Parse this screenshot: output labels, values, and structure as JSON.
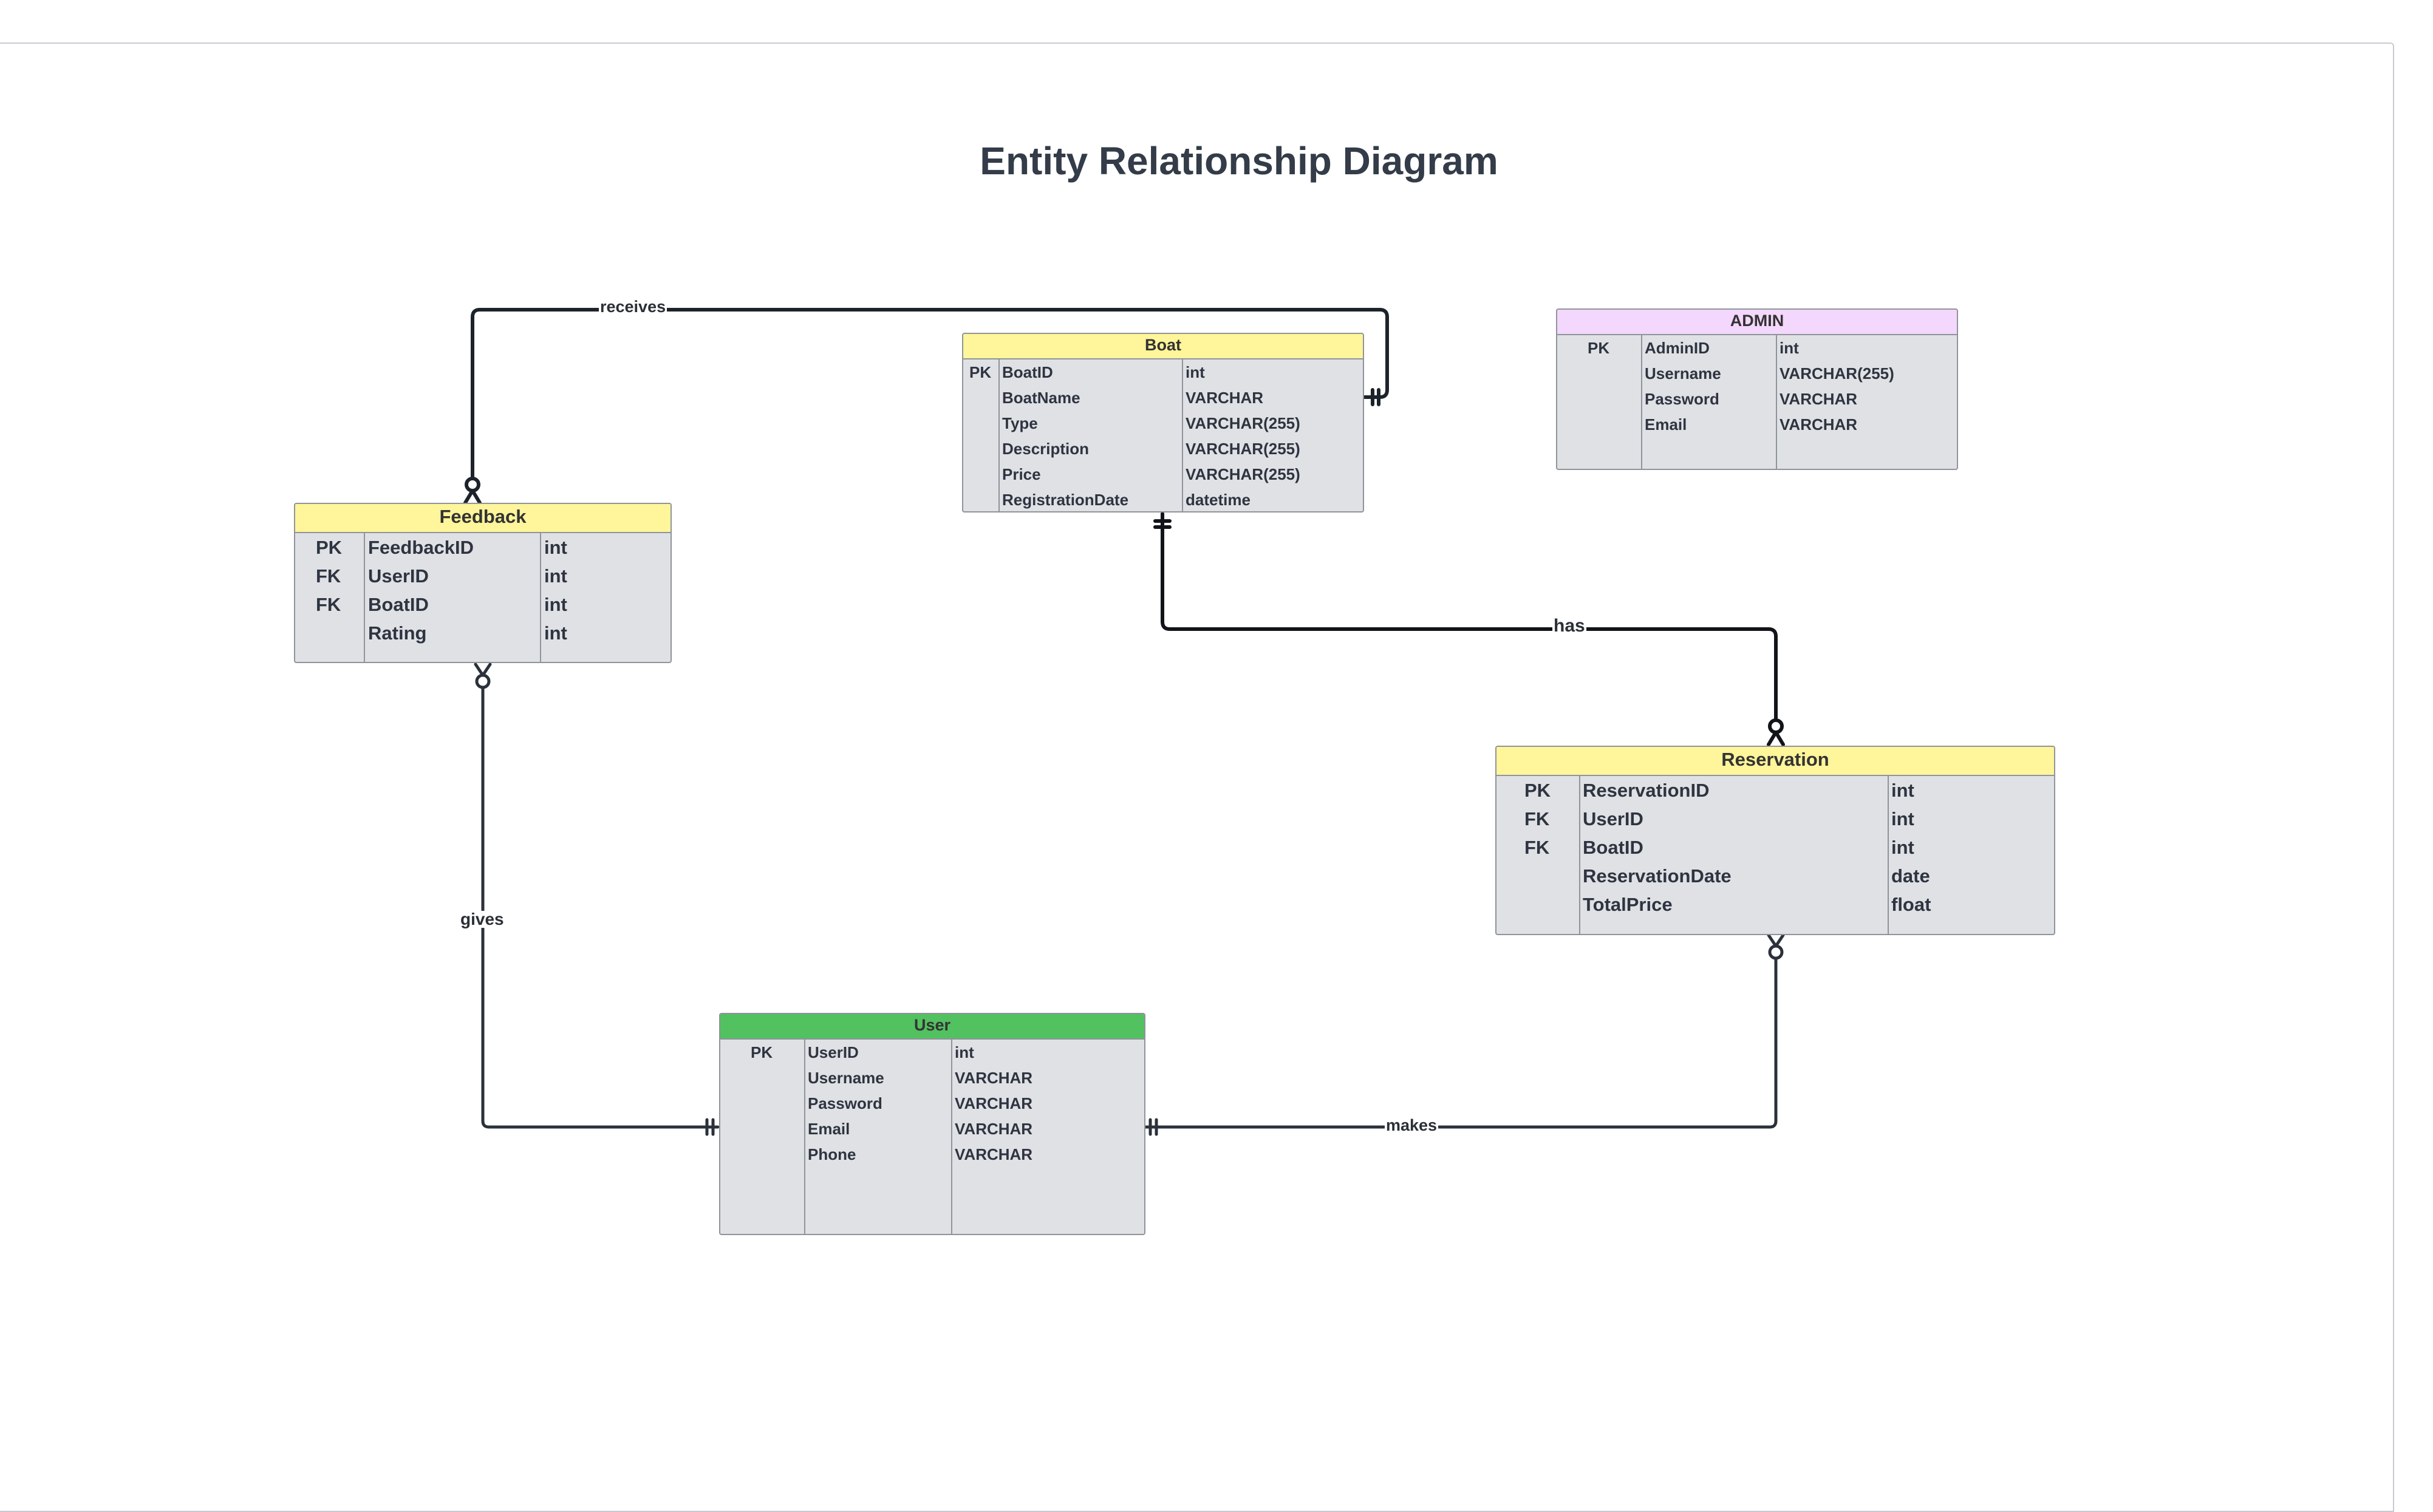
{
  "diagram": {
    "title": "Entity Relationship Diagram"
  },
  "colors": {
    "header_yellow": "#fff59a",
    "header_green": "#52c160",
    "header_purple": "#f4d7fc",
    "body": "#dfe1e5",
    "border": "#8f949a",
    "line": "#1d232b"
  },
  "relationships": [
    {
      "label": "receives",
      "from": "Boat",
      "to": "Feedback",
      "from_card": "one-and-only-one",
      "to_card": "zero-or-many"
    },
    {
      "label": "has",
      "from": "Boat",
      "to": "Reservation",
      "from_card": "one-and-only-one",
      "to_card": "zero-or-many"
    },
    {
      "label": "gives",
      "from": "User",
      "to": "Feedback",
      "from_card": "one-and-only-one",
      "to_card": "zero-or-many"
    },
    {
      "label": "makes",
      "from": "User",
      "to": "Reservation",
      "from_card": "one-and-only-one",
      "to_card": "zero-or-many"
    }
  ],
  "entities": {
    "boat": {
      "name": "Boat",
      "rows": [
        {
          "key": "PK",
          "field": "BoatID",
          "type": "int"
        },
        {
          "key": "",
          "field": "BoatName",
          "type": "VARCHAR"
        },
        {
          "key": "",
          "field": "Type",
          "type": "VARCHAR(255)"
        },
        {
          "key": "",
          "field": "Description",
          "type": "VARCHAR(255)"
        },
        {
          "key": "",
          "field": "Price",
          "type": "VARCHAR(255)"
        },
        {
          "key": "",
          "field": "RegistrationDate",
          "type": "datetime"
        }
      ]
    },
    "admin": {
      "name": "ADMIN",
      "rows": [
        {
          "key": "PK",
          "field": "AdminID",
          "type": "int"
        },
        {
          "key": "",
          "field": "Username",
          "type": "VARCHAR(255)"
        },
        {
          "key": "",
          "field": "Password",
          "type": "VARCHAR"
        },
        {
          "key": "",
          "field": "Email",
          "type": "VARCHAR"
        }
      ]
    },
    "feedback": {
      "name": "Feedback",
      "rows": [
        {
          "key": "PK",
          "field": "FeedbackID",
          "type": "int"
        },
        {
          "key": "FK",
          "field": "UserID",
          "type": "int"
        },
        {
          "key": "FK",
          "field": "BoatID",
          "type": "int"
        },
        {
          "key": "",
          "field": "Rating",
          "type": "int"
        }
      ]
    },
    "reservation": {
      "name": "Reservation",
      "rows": [
        {
          "key": "PK",
          "field": "ReservationID",
          "type": "int"
        },
        {
          "key": "FK",
          "field": "UserID",
          "type": "int"
        },
        {
          "key": "FK",
          "field": "BoatID",
          "type": "int"
        },
        {
          "key": "",
          "field": "ReservationDate",
          "type": "date"
        },
        {
          "key": "",
          "field": "TotalPrice",
          "type": "float"
        }
      ]
    },
    "user": {
      "name": "User",
      "rows": [
        {
          "key": "PK",
          "field": "UserID",
          "type": "int"
        },
        {
          "key": "",
          "field": "Username",
          "type": "VARCHAR"
        },
        {
          "key": "",
          "field": "Password",
          "type": "VARCHAR"
        },
        {
          "key": "",
          "field": "Email",
          "type": "VARCHAR"
        },
        {
          "key": "",
          "field": "Phone",
          "type": "VARCHAR"
        }
      ]
    }
  }
}
